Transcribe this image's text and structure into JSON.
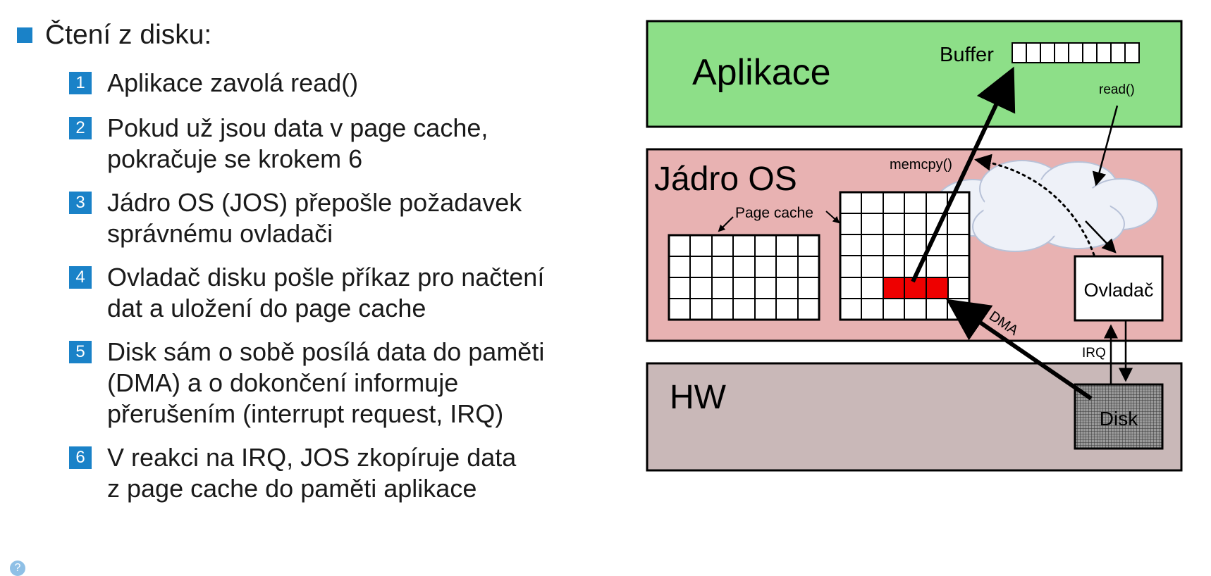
{
  "heading": "Čtení z disku:",
  "steps": [
    {
      "num": "1",
      "lines": [
        "Aplikace zavolá read()"
      ]
    },
    {
      "num": "2",
      "lines": [
        "Pokud už jsou data v page cache,",
        "pokračuje se krokem 6"
      ]
    },
    {
      "num": "3",
      "lines": [
        "Jádro OS (JOS) přepošle požadavek",
        "správnému ovladači"
      ]
    },
    {
      "num": "4",
      "lines": [
        "Ovladač disku pošle příkaz pro načtení",
        "dat a uložení do page cache"
      ]
    },
    {
      "num": "5",
      "lines": [
        "Disk sám o sobě posílá data do paměti",
        "(DMA) a o dokončení informuje",
        "přerušením (interrupt request, IRQ)"
      ]
    },
    {
      "num": "6",
      "lines": [
        "V reakci na IRQ, JOS zkopíruje data",
        "z page cache do paměti aplikace"
      ]
    }
  ],
  "diagram": {
    "app_label": "Aplikace",
    "kernel_label": "Jádro OS",
    "hw_label": "HW",
    "buffer_label": "Buffer",
    "read_label": "read()",
    "memcpy_label": "memcpy()",
    "page_cache_label": "Page cache",
    "driver_label": "Ovladač",
    "dma_label": "DMA",
    "irq_label": "IRQ",
    "disk_label": "Disk",
    "colors": {
      "app": "#8ddf88",
      "kernel": "#e8b2b2",
      "hw": "#c9b8b8",
      "accent": "#1a82c8",
      "cached_data": "#ee0000"
    }
  },
  "help_icon": "question-circle-icon"
}
